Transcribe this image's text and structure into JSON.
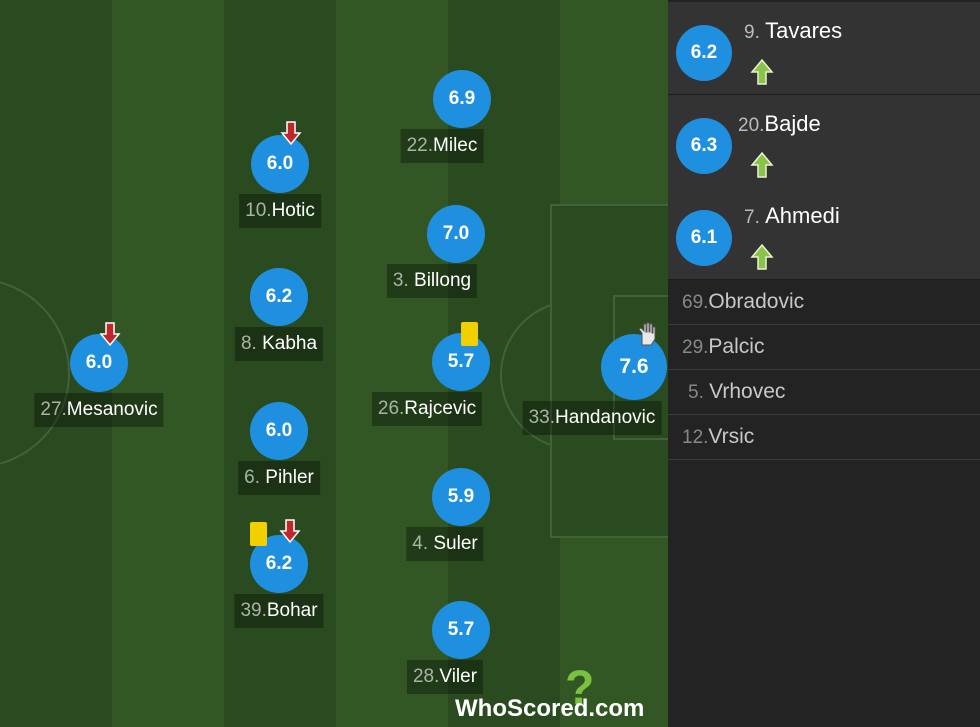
{
  "pitch_players": [
    {
      "num": "27.",
      "name": "Mesanovic",
      "rating": "6.0",
      "sub_off": true,
      "card": false
    },
    {
      "num": "10.",
      "name": "Hotic",
      "rating": "6.0",
      "sub_off": true,
      "card": false
    },
    {
      "num": "8. ",
      "name": "Kabha",
      "rating": "6.2",
      "sub_off": false,
      "card": false
    },
    {
      "num": "6. ",
      "name": "Pihler",
      "rating": "6.0",
      "sub_off": false,
      "card": false
    },
    {
      "num": "39.",
      "name": "Bohar",
      "rating": "6.2",
      "sub_off": true,
      "card": true
    },
    {
      "num": "22.",
      "name": "Milec",
      "rating": "6.9",
      "sub_off": false,
      "card": false
    },
    {
      "num": "3. ",
      "name": "Billong",
      "rating": "7.0",
      "sub_off": false,
      "card": false
    },
    {
      "num": "26.",
      "name": "Rajcevic",
      "rating": "5.7",
      "sub_off": false,
      "card": true
    },
    {
      "num": "4. ",
      "name": "Suler",
      "rating": "5.9",
      "sub_off": false,
      "card": false
    },
    {
      "num": "28.",
      "name": "Viler",
      "rating": "5.7",
      "sub_off": false,
      "card": false
    },
    {
      "num": "33.",
      "name": "Handanovic",
      "rating": "7.6",
      "sub_off": false,
      "card": false,
      "keeper": true
    }
  ],
  "substitutes": [
    {
      "num": "9. ",
      "name": "Tavares",
      "rating": "6.2"
    },
    {
      "num": "20.",
      "name": "Bajde",
      "rating": "6.3"
    },
    {
      "num": "7. ",
      "name": "Ahmedi",
      "rating": "6.1"
    }
  ],
  "reserves": [
    {
      "num": "69.",
      "name": "Obradovic"
    },
    {
      "num": "29.",
      "name": "Palcic"
    },
    {
      "num": "5. ",
      "name": "Vrhovec"
    },
    {
      "num": "12.",
      "name": "Vrsic"
    }
  ],
  "logo": {
    "mark": "?",
    "brand_a": "Who",
    "brand_b": "Scored",
    "brand_c": ".com"
  },
  "colors": {
    "rating_circle": "#1f8fe0",
    "card_yellow": "#f2d000",
    "sub_off_arrow": "#c0272d",
    "sub_on_arrow": "#8bc34a"
  }
}
